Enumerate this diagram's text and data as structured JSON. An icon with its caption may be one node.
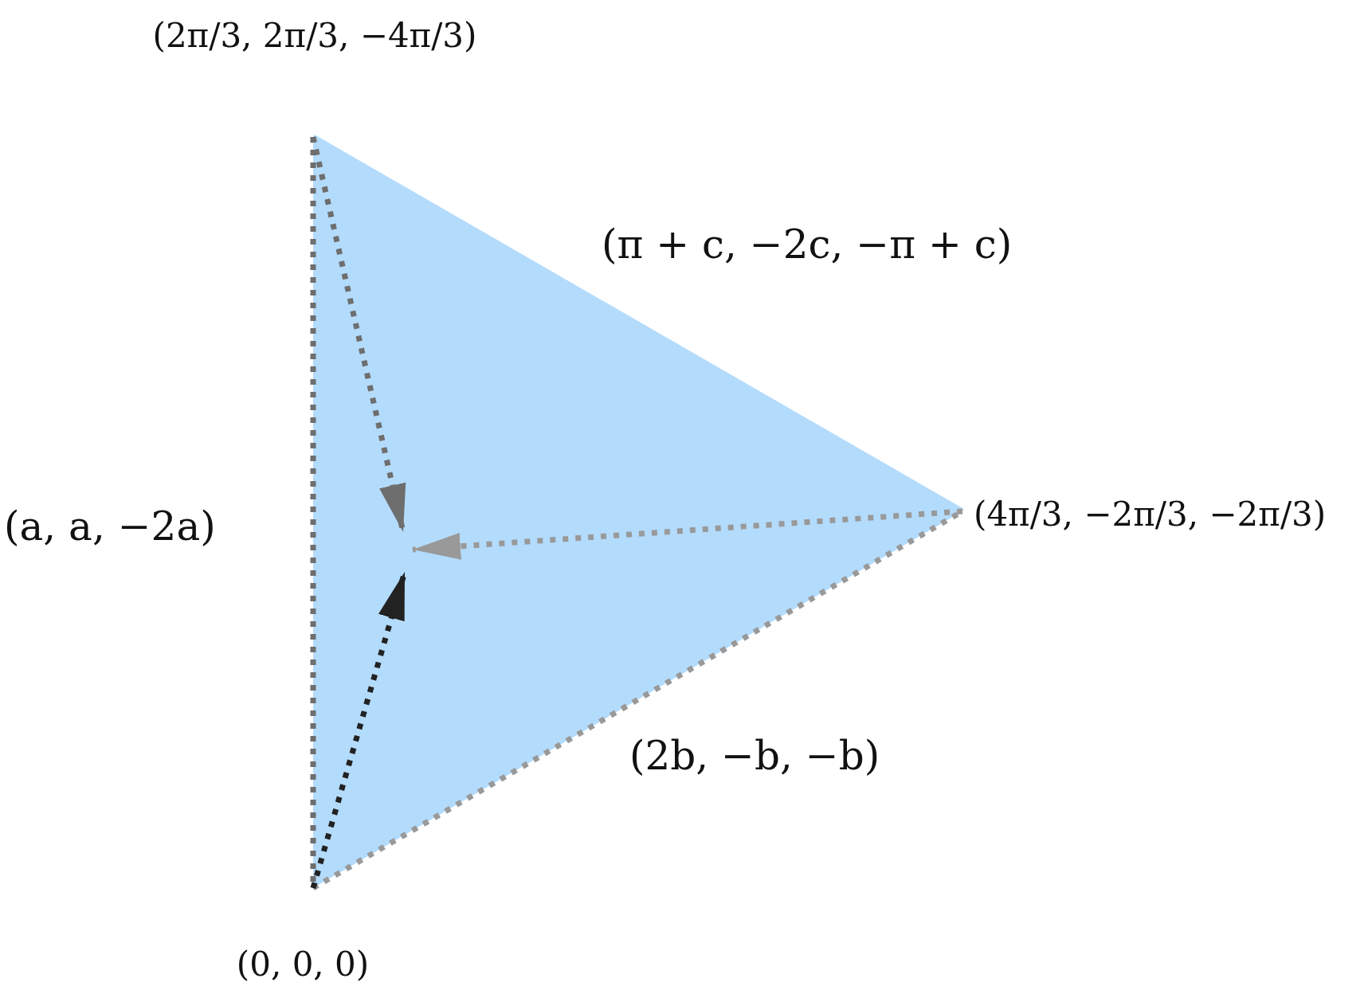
{
  "diagram": {
    "nodes": [
      {
        "text": [
          "(2π/3, 2π/3, −4π/3)"
        ]
      },
      {
        "text": [
          "(4π/3, −2π/3, −2π/3)"
        ]
      },
      {
        "text": [
          "(0, 0, 0)"
        ]
      }
    ],
    "edges": [
      {
        "from": 0,
        "to": 2,
        "arrow": "none",
        "style": "dashed",
        "label": "(a, a, −2a)"
      },
      {
        "from": 0,
        "to": 1,
        "arrow": "none",
        "color": "#b3dbfc",
        "label": "(π + c, −2c, −π + c)"
      },
      {
        "from": 2,
        "to": 1,
        "arrow": "none",
        "style": "dashed",
        "color": "#999999",
        "label": "(2b, −b, −b)"
      },
      {
        "from": 0,
        "to": null,
        "arrow": "to",
        "style": "dashed"
      },
      {
        "from": 1,
        "to": null,
        "arrow": "to",
        "style": "dashed",
        "color": "#999999"
      },
      {
        "from": 2,
        "to": null,
        "arrow": "to",
        "style": "dashed",
        "color": "#222222"
      }
    ]
  }
}
